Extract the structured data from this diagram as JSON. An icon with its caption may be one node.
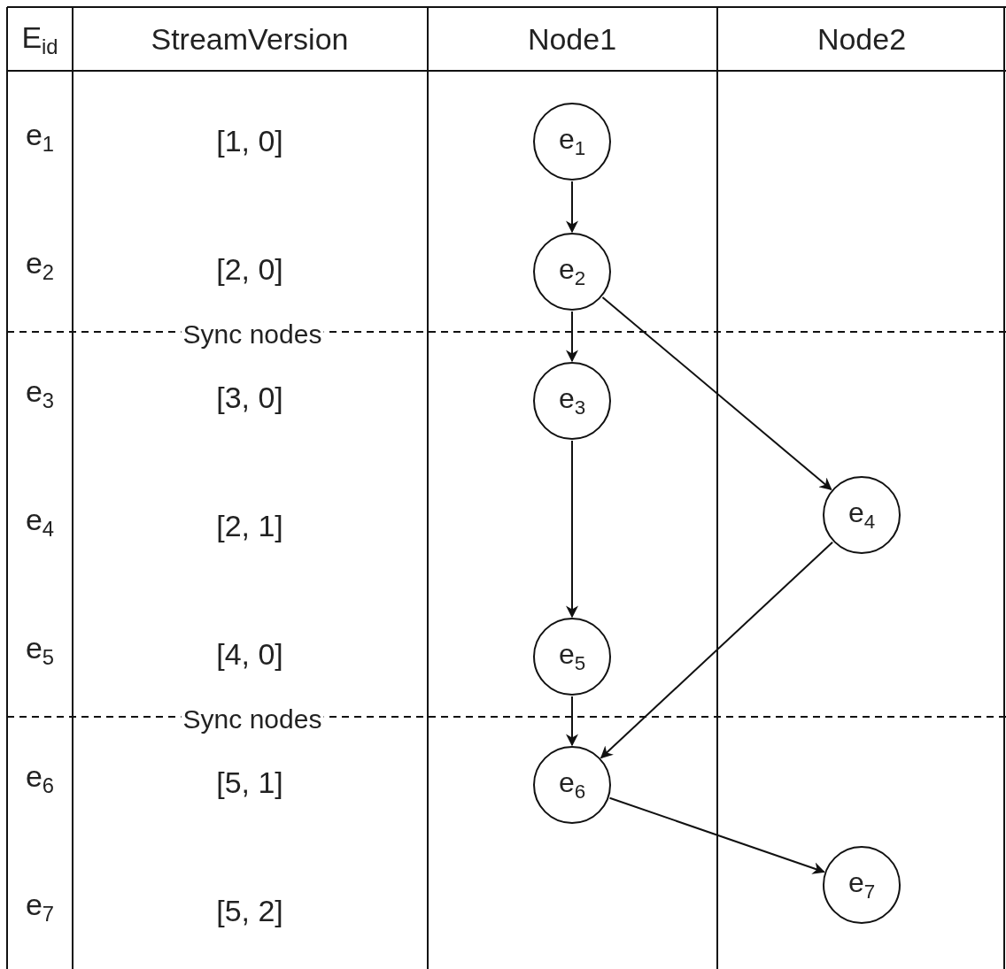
{
  "diagram": {
    "nodes": [
      {
        "text": [
          "e$_{1}$"
        ]
      },
      {
        "text": [
          "e$_{2}$"
        ]
      },
      {
        "text": [
          "e$_{3}$"
        ]
      },
      {
        "text": [
          "e$_{4}$"
        ]
      },
      {
        "text": [
          "e$_{5}$"
        ]
      },
      {
        "text": [
          "e$_{6}$"
        ]
      },
      {
        "text": [
          "e$_{7}$"
        ]
      }
    ],
    "edges": [
      {
        "from": 0,
        "to": 1,
        "arrow": "to"
      },
      {
        "from": 1,
        "to": 2,
        "arrow": "to"
      },
      {
        "from": 1,
        "to": 3,
        "arrow": "to"
      },
      {
        "from": 2,
        "to": 4,
        "arrow": "to"
      },
      {
        "from": 4,
        "to": 5,
        "arrow": "to"
      },
      {
        "from": 3,
        "to": 5,
        "arrow": "to"
      },
      {
        "from": 5,
        "to": 6,
        "arrow": "to"
      }
    ],
    "labels": [
      "E$_{id}$",
      "StreamVersion",
      "Node1",
      "Node2",
      "e$_{1}$",
      "[1, 0]",
      "e$_{2}$",
      "[2, 0]",
      "Sync nodes",
      "e$_{3}$",
      "[3, 0]",
      "e$_{4}$",
      "[2, 1]",
      "e$_{5}$",
      "[4, 0]",
      "Sync nodes",
      "e$_{6}$",
      "[5, 1]",
      "e$_{7}$",
      "[5, 2]"
    ]
  }
}
